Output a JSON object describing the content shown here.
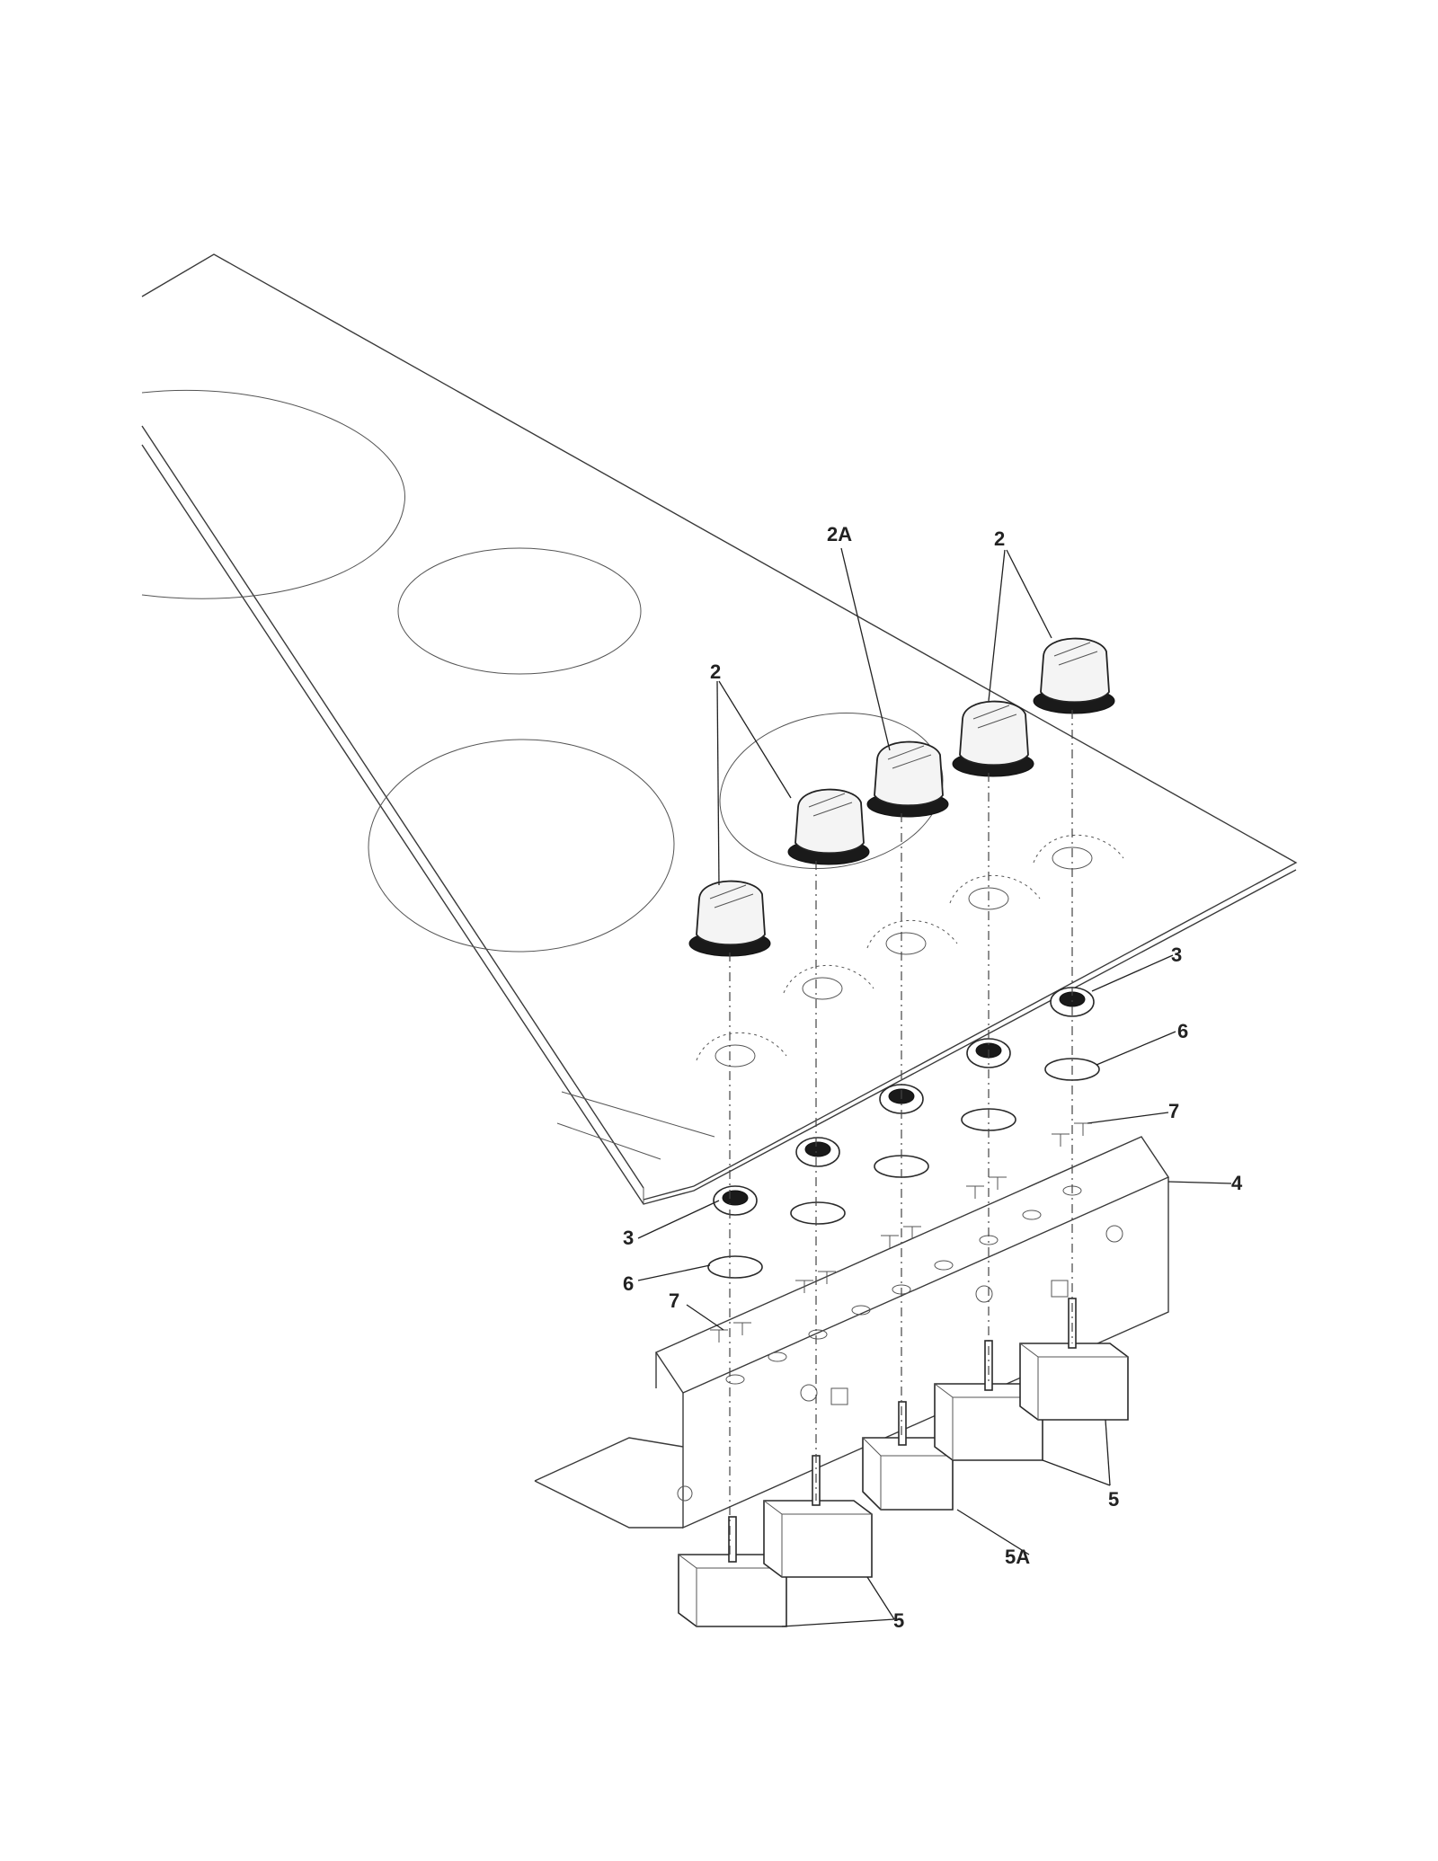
{
  "diagram": {
    "callouts": [
      {
        "id": "c-2-left",
        "label": "2"
      },
      {
        "id": "c-2a",
        "label": "2A"
      },
      {
        "id": "c-2-right",
        "label": "2"
      },
      {
        "id": "c-3-right",
        "label": "3"
      },
      {
        "id": "c-6-right",
        "label": "6"
      },
      {
        "id": "c-7-right",
        "label": "7"
      },
      {
        "id": "c-4",
        "label": "4"
      },
      {
        "id": "c-3-left",
        "label": "3"
      },
      {
        "id": "c-6-left",
        "label": "6"
      },
      {
        "id": "c-7-left",
        "label": "7"
      },
      {
        "id": "c-5-right",
        "label": "5"
      },
      {
        "id": "c-5a",
        "label": "5A"
      },
      {
        "id": "c-5-left",
        "label": "5"
      }
    ]
  }
}
